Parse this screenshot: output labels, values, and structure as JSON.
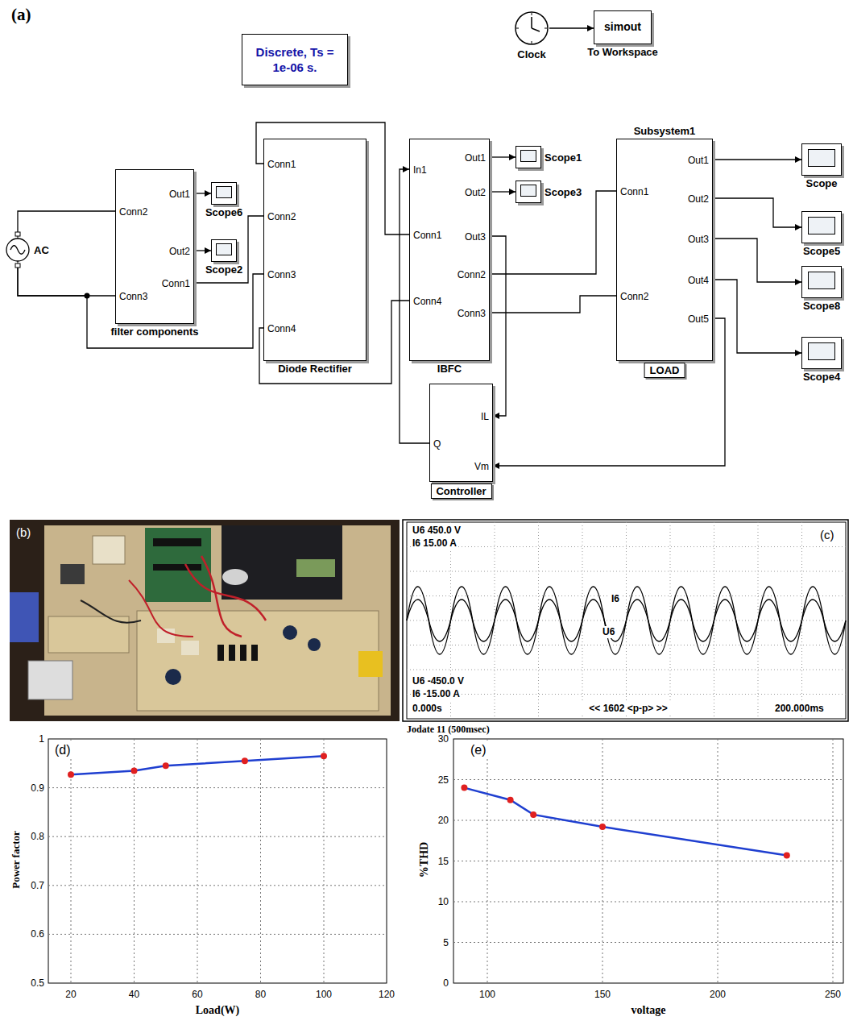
{
  "diagram": {
    "nodes": [
      {
        "text": [
          "Discrete, Ts = 1e-06 s."
        ]
      },
      {
        "text": [
          "Clock"
        ]
      },
      {
        "text": [
          "simout",
          "To Workspace"
        ]
      },
      {
        "text": [
          "AC"
        ]
      },
      {
        "text": [
          "Conn2",
          "Conn3",
          "Out1",
          "Out2",
          "Conn1",
          "filter components"
        ]
      },
      {
        "text": [
          "Scope6"
        ]
      },
      {
        "text": [
          "Scope2"
        ]
      },
      {
        "text": [
          "Conn1",
          "Conn2",
          "Conn3",
          "Conn4",
          "Diode Rectifier"
        ]
      },
      {
        "text": [
          "In1",
          "Conn1",
          "Conn4",
          "Out1",
          "Out2",
          "Out3",
          "Conn2",
          "Conn3",
          "IBFC"
        ]
      },
      {
        "text": [
          "Scope1"
        ]
      },
      {
        "text": [
          "Scope3"
        ]
      },
      {
        "text": [
          "Subsystem1",
          "Conn1",
          "Conn2",
          "Out1",
          "Out2",
          "Out3",
          "Out4",
          "Out5",
          "LOAD"
        ]
      },
      {
        "text": [
          "Scope"
        ]
      },
      {
        "text": [
          "Scope5"
        ]
      },
      {
        "text": [
          "Scope8"
        ]
      },
      {
        "text": [
          "Scope4"
        ]
      },
      {
        "text": [
          "Q",
          "IL",
          "Vm",
          "Controller"
        ]
      }
    ],
    "edges": [
      {
        "from": 1,
        "to": 2,
        "arrow": "to"
      },
      {
        "from": 3,
        "to": 4,
        "arrow": "none"
      },
      {
        "from": 3,
        "to": 4,
        "arrow": "none"
      },
      {
        "from": 3,
        "to": 7,
        "arrow": "none"
      },
      {
        "from": 4,
        "to": 5,
        "arrow": "to"
      },
      {
        "from": 4,
        "to": 6,
        "arrow": "to"
      },
      {
        "from": 4,
        "to": 7,
        "arrow": "none"
      },
      {
        "from": 7,
        "to": 8,
        "arrow": "none"
      },
      {
        "from": 7,
        "to": 8,
        "arrow": "none"
      },
      {
        "from": 8,
        "to": 9,
        "arrow": "to"
      },
      {
        "from": 8,
        "to": 10,
        "arrow": "to"
      },
      {
        "from": 8,
        "to": 16,
        "arrow": "to"
      },
      {
        "from": 8,
        "to": 11,
        "arrow": "none"
      },
      {
        "from": 8,
        "to": 11,
        "arrow": "none"
      },
      {
        "from": 11,
        "to": 12,
        "arrow": "to"
      },
      {
        "from": 11,
        "to": 13,
        "arrow": "to"
      },
      {
        "from": 11,
        "to": 14,
        "arrow": "to"
      },
      {
        "from": 11,
        "to": 15,
        "arrow": "to"
      },
      {
        "from": 11,
        "to": 16,
        "arrow": "to"
      },
      {
        "from": 16,
        "to": 8,
        "arrow": "to"
      }
    ],
    "labels": [
      "(a)",
      "(b)",
      "U6 450.0 V",
      "I6 15.00 A",
      "(c)",
      "I6",
      "U6",
      "U6 -450.0 V",
      "I6 -15.00 A",
      "0.000s",
      "<< 1602 <p-p> >>",
      "200.000ms",
      "Jodate 11 (500msec)",
      "(d)",
      "1",
      "0.9",
      "0.8",
      "0.7",
      "0.6",
      "0.5",
      "Power factor",
      "20",
      "40",
      "60",
      "80",
      "100",
      "120",
      "Load(W)",
      "(e)",
      "30",
      "25",
      "20",
      "15",
      "10",
      "5",
      "0",
      "%THD",
      "100",
      "150",
      "200",
      "250",
      "voltage"
    ]
  }
}
